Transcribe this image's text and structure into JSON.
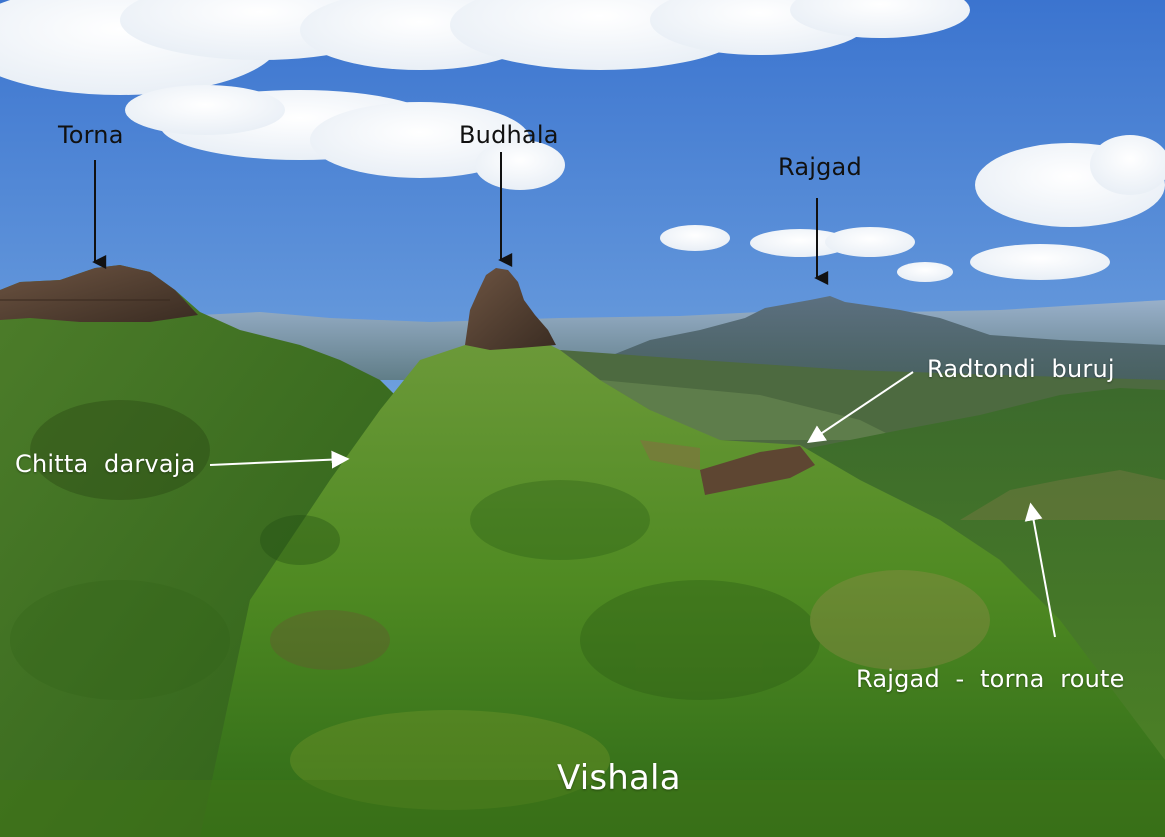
{
  "labels": {
    "torna": "Torna",
    "budhala": "Budhala",
    "rajgad": "Rajgad",
    "radtondi": "Radtondi  buruj",
    "chitta": "Chitta  darvaja",
    "route": "Rajgad  -  torna  route",
    "vishala": "Vishala"
  },
  "colors": {
    "sky_top": "#3f78d0",
    "sky_horizon": "#c4dcef",
    "grass": "#5f9a2a",
    "rock": "#5a4233"
  }
}
